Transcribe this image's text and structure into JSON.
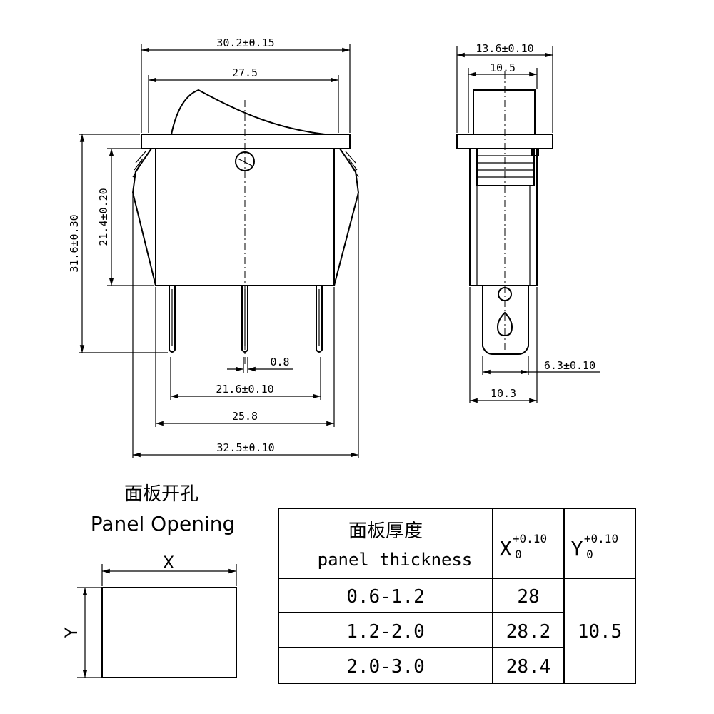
{
  "front_view": {
    "dims": {
      "top_overall": "30.2±0.15",
      "top_inner": "27.5",
      "pin_pitch": "21.6±0.10",
      "pin_width": "0.8",
      "body_width": "25.8",
      "total_width": "32.5±0.10",
      "total_height": "31.6±0.30",
      "body_height": "21.4±0.20"
    }
  },
  "side_view": {
    "dims": {
      "top_overall": "13.6±0.10",
      "top_inner": "10.5",
      "terminal_width": "6.3±0.10",
      "bottom_width": "10.3"
    }
  },
  "panel_opening": {
    "title_cn": "面板开孔",
    "title_en": "Panel Opening",
    "x_label": "X",
    "y_label": "Y"
  },
  "table": {
    "header_thickness_cn": "面板厚度",
    "header_thickness_en": "panel thickness",
    "header_x": "X",
    "header_x_sup": "+0.10",
    "header_x_sub": "0",
    "header_y": "Y",
    "header_y_sup": "+0.10",
    "header_y_sub": "0",
    "rows": [
      {
        "thickness": "0.6-1.2",
        "x": "28"
      },
      {
        "thickness": "1.2-2.0",
        "x": "28.2"
      },
      {
        "thickness": "2.0-3.0",
        "x": "28.4"
      }
    ],
    "y_value": "10.5"
  }
}
